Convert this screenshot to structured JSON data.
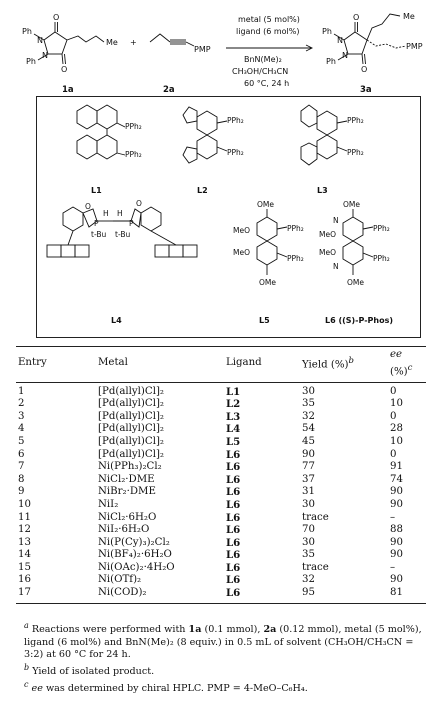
{
  "scheme": {
    "reactant_1_label": "1a",
    "reactant_2_label": "2a",
    "product_label": "3a",
    "plus": "+",
    "group_ph_1": "Ph",
    "group_ph_2": "Ph",
    "group_n_1": "N",
    "group_n_2": "N",
    "group_o_1": "O",
    "group_o_2": "O",
    "group_me": "Me",
    "group_pmp": "PMP",
    "prod_ph_1": "Ph",
    "prod_ph_2": "Ph",
    "prod_n_1": "N",
    "prod_n_2": "N",
    "prod_o_1": "O",
    "prod_o_2": "O",
    "prod_me": "Me",
    "prod_pmp": "PMP",
    "conditions_above": [
      "metal (5 mol%)",
      "ligand (6 mol%)"
    ],
    "conditions_below": [
      "BnN(Me)₂",
      "CH₃OH/CH₃CN",
      "60 °C, 24 h"
    ]
  },
  "ligands": {
    "L1": {
      "name": "L1",
      "p1": "PPh₂",
      "p2": "PPh₂"
    },
    "L2": {
      "name": "L2",
      "p1": "PPh₂",
      "p2": "PPh₂"
    },
    "L3": {
      "name": "L3",
      "p1": "PPh₂",
      "p2": "PPh₂"
    },
    "L4": {
      "name": "L4",
      "o1": "O",
      "o2": "O",
      "p1": "P",
      "p2": "P",
      "h1": "H",
      "h2": "H",
      "tbu1": "t-Bu",
      "tbu2": "t-Bu"
    },
    "L5": {
      "name": "L5",
      "ome_top": "OMe",
      "ome_bottom": "OMe",
      "meo_1": "MeO",
      "meo_2": "MeO",
      "p1": "PPh₂",
      "p2": "PPh₂"
    },
    "L6": {
      "name": "L6 ((S)-P-Phos)",
      "ome_top": "OMe",
      "ome_bottom": "OMe",
      "meo_1": "MeO",
      "meo_2": "MeO",
      "n1": "N",
      "n2": "N",
      "p1": "PPh₂",
      "p2": "PPh₂"
    }
  },
  "table": {
    "headers": {
      "entry": "Entry",
      "metal": "Metal",
      "ligand": "Ligand",
      "yield": "Yield (%)",
      "yield_sup": "b",
      "ee": "ee",
      "ee_suffix": " (%)",
      "ee_sup": "c"
    },
    "rows": [
      {
        "entry": "1",
        "metal": "[Pd(allyl)Cl]₂",
        "ligand": "L1",
        "yield": "30",
        "ee": "0"
      },
      {
        "entry": "2",
        "metal": "[Pd(allyl)Cl]₂",
        "ligand": "L2",
        "yield": "35",
        "ee": "10"
      },
      {
        "entry": "3",
        "metal": "[Pd(allyl)Cl]₂",
        "ligand": "L3",
        "yield": "32",
        "ee": "0"
      },
      {
        "entry": "4",
        "metal": "[Pd(allyl)Cl]₂",
        "ligand": "L4",
        "yield": "54",
        "ee": "28"
      },
      {
        "entry": "5",
        "metal": "[Pd(allyl)Cl]₂",
        "ligand": "L5",
        "yield": "45",
        "ee": "10"
      },
      {
        "entry": "6",
        "metal": "[Pd(allyl)Cl]₂",
        "ligand": "L6",
        "yield": "90",
        "ee": "0"
      },
      {
        "entry": "7",
        "metal": "Ni(PPh₃)₂Cl₂",
        "ligand": "L6",
        "yield": "77",
        "ee": "91"
      },
      {
        "entry": "8",
        "metal": "NiCl₂·DME",
        "ligand": "L6",
        "yield": "37",
        "ee": "74"
      },
      {
        "entry": "9",
        "metal": "NiBr₂·DME",
        "ligand": "L6",
        "yield": "31",
        "ee": "90"
      },
      {
        "entry": "10",
        "metal": "NiI₂",
        "ligand": "L6",
        "yield": "30",
        "ee": "90"
      },
      {
        "entry": "11",
        "metal": "NiCl₂·6H₂O",
        "ligand": "L6",
        "yield": "trace",
        "ee": "–"
      },
      {
        "entry": "12",
        "metal": "NiI₂·6H₂O",
        "ligand": "L6",
        "yield": "70",
        "ee": "88"
      },
      {
        "entry": "13",
        "metal": "Ni(P(Cy)₃)₂Cl₂",
        "ligand": "L6",
        "yield": "30",
        "ee": "90"
      },
      {
        "entry": "14",
        "metal": "Ni(BF₄)₂·6H₂O",
        "ligand": "L6",
        "yield": "35",
        "ee": "90"
      },
      {
        "entry": "15",
        "metal": "Ni(OAc)₂·4H₂O",
        "ligand": "L6",
        "yield": "trace",
        "ee": "–"
      },
      {
        "entry": "16",
        "metal": "Ni(OTf)₂",
        "ligand": "L6",
        "yield": "32",
        "ee": "90"
      },
      {
        "entry": "17",
        "metal": "Ni(COD)₂",
        "ligand": "L6",
        "yield": "95",
        "ee": "81"
      }
    ]
  },
  "footnotes": {
    "a_mark": "a",
    "a_parts": [
      "Reactions were performed with ",
      "1a",
      " (0.1 mmol), ",
      "2a",
      " (0.12 mmol), metal (5 mol%), ligand (6 mol%) and BnN(Me)₂ (8 equiv.) in 0.5 mL of solvent (CH₃OH/CH₃CN = 3:2) at 60 °C for 24 h."
    ],
    "b_mark": "b",
    "b_text": "Yield of isolated product.",
    "c_mark": "c",
    "c_ee": "ee",
    "c_text": " was determined by chiral HPLC. PMP = 4-MeO–C₆H₄."
  }
}
